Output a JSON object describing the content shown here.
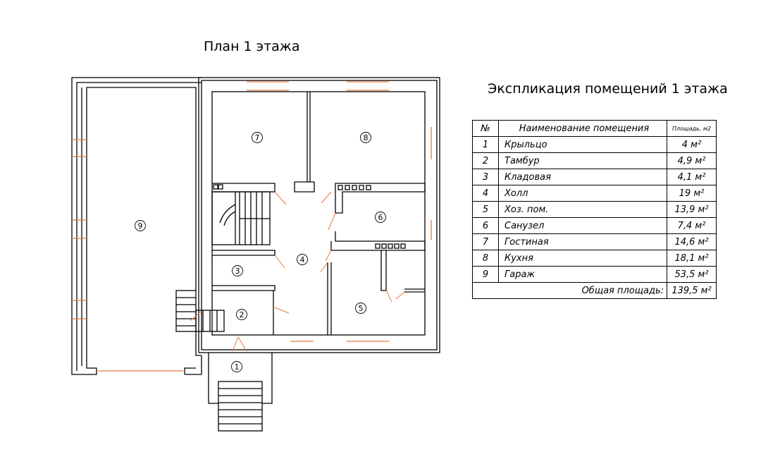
{
  "plan_title": "План 1 этажа",
  "table_title": "Экспликация помещений 1 этажа",
  "table": {
    "headers": {
      "num": "№",
      "name": "Наименование помещения",
      "area": "Площадь, м2"
    },
    "rows": [
      {
        "num": "1",
        "name": "Крыльцо",
        "area": "4 м²"
      },
      {
        "num": "2",
        "name": "Тамбур",
        "area": "4,9 м²"
      },
      {
        "num": "3",
        "name": "Кладовая",
        "area": "4,1 м²"
      },
      {
        "num": "4",
        "name": "Холл",
        "area": "19 м²"
      },
      {
        "num": "5",
        "name": "Хоз. пом.",
        "area": "13,9 м²"
      },
      {
        "num": "6",
        "name": "Санузел",
        "area": "7,4 м²"
      },
      {
        "num": "7",
        "name": "Гостиная",
        "area": "14,6 м²"
      },
      {
        "num": "8",
        "name": "Кухня",
        "area": "18,1 м²"
      },
      {
        "num": "9",
        "name": "Гараж",
        "area": "53,5 м²"
      }
    ],
    "total_label": "Общая площадь:",
    "total_value": "139,5 м²"
  },
  "room_markers": [
    "1",
    "2",
    "3",
    "4",
    "5",
    "6",
    "7",
    "8",
    "9"
  ],
  "colors": {
    "line": "#000000",
    "opening": "#e8793a"
  }
}
